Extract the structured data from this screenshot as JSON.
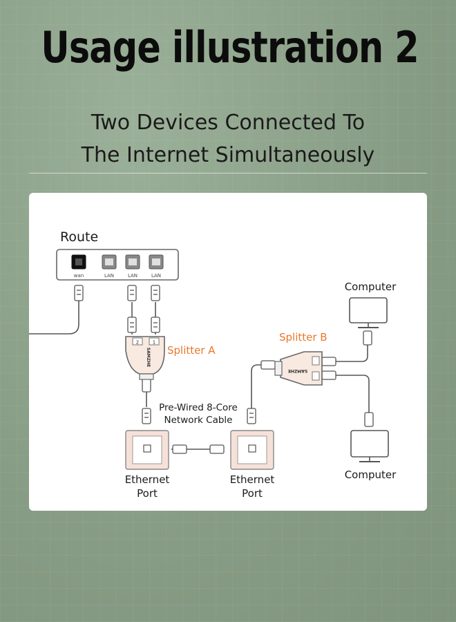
{
  "header": {
    "title": "Usage illustration 2",
    "subtitle_line1": "Two Devices Connected To",
    "subtitle_line2": "The Internet Simultaneously"
  },
  "diagram": {
    "router": {
      "label": "Route",
      "ports": [
        "wan",
        "LAN",
        "LAN",
        "LAN"
      ]
    },
    "splitter_a": {
      "label": "Splitter A",
      "brand": "SAMZHE",
      "port_numbers": [
        "2",
        "1"
      ]
    },
    "splitter_b": {
      "label": "Splitter B",
      "brand": "SAMZHE"
    },
    "cable_label_line1": "Pre-Wired 8-Core",
    "cable_label_line2": "Network Cable",
    "ethernet_port_left": {
      "line1": "Ethernet",
      "line2": "Port"
    },
    "ethernet_port_right": {
      "line1": "Ethernet",
      "line2": "Port"
    },
    "computer_top": "Computer",
    "computer_bottom": "Computer"
  },
  "colors": {
    "accent_orange": "#e8782a",
    "background_green": "#8fa58c",
    "port_plate_pink": "#f6e1d8",
    "line_gray": "#555555"
  }
}
